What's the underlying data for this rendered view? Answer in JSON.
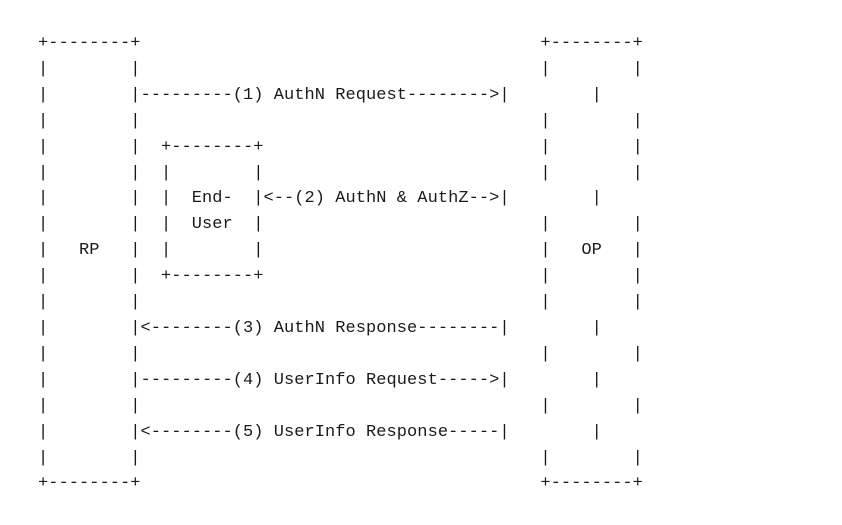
{
  "diagram": {
    "lines": [
      "+--------+                                       +--------+",
      "|        |                                       |        |",
      "|        |---------(1) AuthN Request-------->|        |",
      "|        |                                       |        |",
      "|        |  +--------+                           |        |",
      "|        |  |        |                           |        |",
      "|        |  |  End-  |<--(2) AuthN & AuthZ-->|        |",
      "|        |  |  User  |                           |        |",
      "|   RP   |  |        |                           |   OP   |",
      "|        |  +--------+                           |        |",
      "|        |                                       |        |",
      "|        |<--------(3) AuthN Response--------|        |",
      "|        |                                       |        |",
      "|        |---------(4) UserInfo Request----->|        |",
      "|        |                                       |        |",
      "|        |<--------(5) UserInfo Response-----|        |",
      "|        |                                       |        |",
      "+--------+                                       +--------+"
    ]
  }
}
